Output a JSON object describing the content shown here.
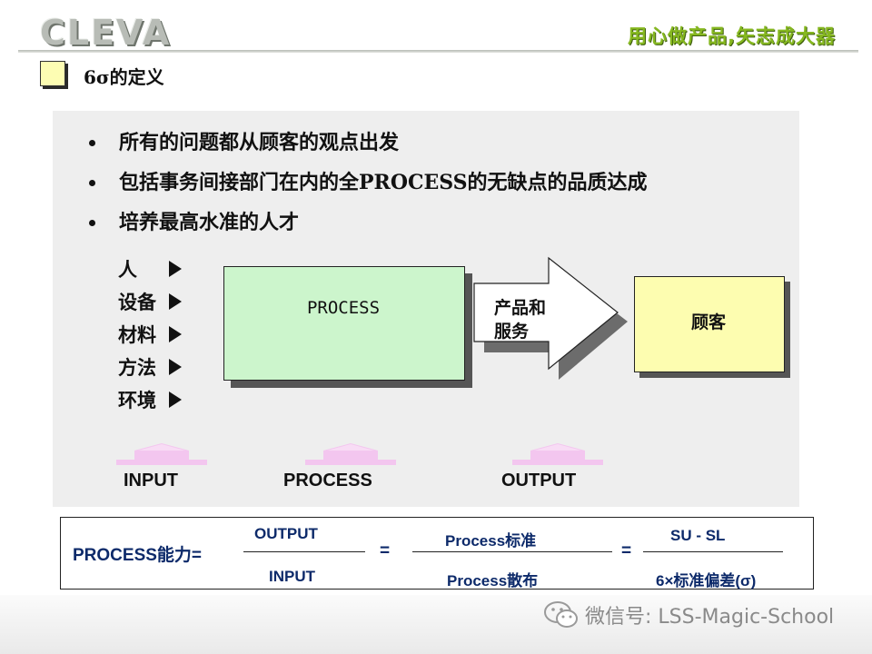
{
  "header": {
    "logo_text": "CLEVA",
    "slogan": "用心做产品,矢志成大器"
  },
  "slide": {
    "title": "6σ的定义",
    "bullets": [
      "所有的问题都从顾客的观点出发",
      "包括事务间接部门在内的全PROCESS的无缺点的品质达成",
      "培养最高水准的人才"
    ]
  },
  "diagram": {
    "factors": [
      "人",
      "设备",
      "材料",
      "方法",
      "环境"
    ],
    "process_label": "PROCESS",
    "arrow_label_line1": "产品和",
    "arrow_label_line2": "服务",
    "customer_label": "顾客",
    "io_labels": {
      "input": "INPUT",
      "process": "PROCESS",
      "output": "OUTPUT"
    },
    "colors": {
      "process_fill": "#ccf5cc",
      "customer_fill": "#fdfdb0",
      "up_arrow": "#f3c6ef"
    }
  },
  "formula": {
    "lhs": "PROCESS能力=",
    "frac1_num": "OUTPUT",
    "frac1_den": "INPUT",
    "eq1": "=",
    "frac2_num": "Process标准",
    "frac2_den": "Process散布",
    "eq2": "=",
    "frac3_num": "SU - SL",
    "frac3_den": "6×标准偏差(σ)",
    "color": "#0d2a6a"
  },
  "watermark": {
    "text": "微信号: LSS-Magic-School",
    "icon": "wechat-icon"
  }
}
